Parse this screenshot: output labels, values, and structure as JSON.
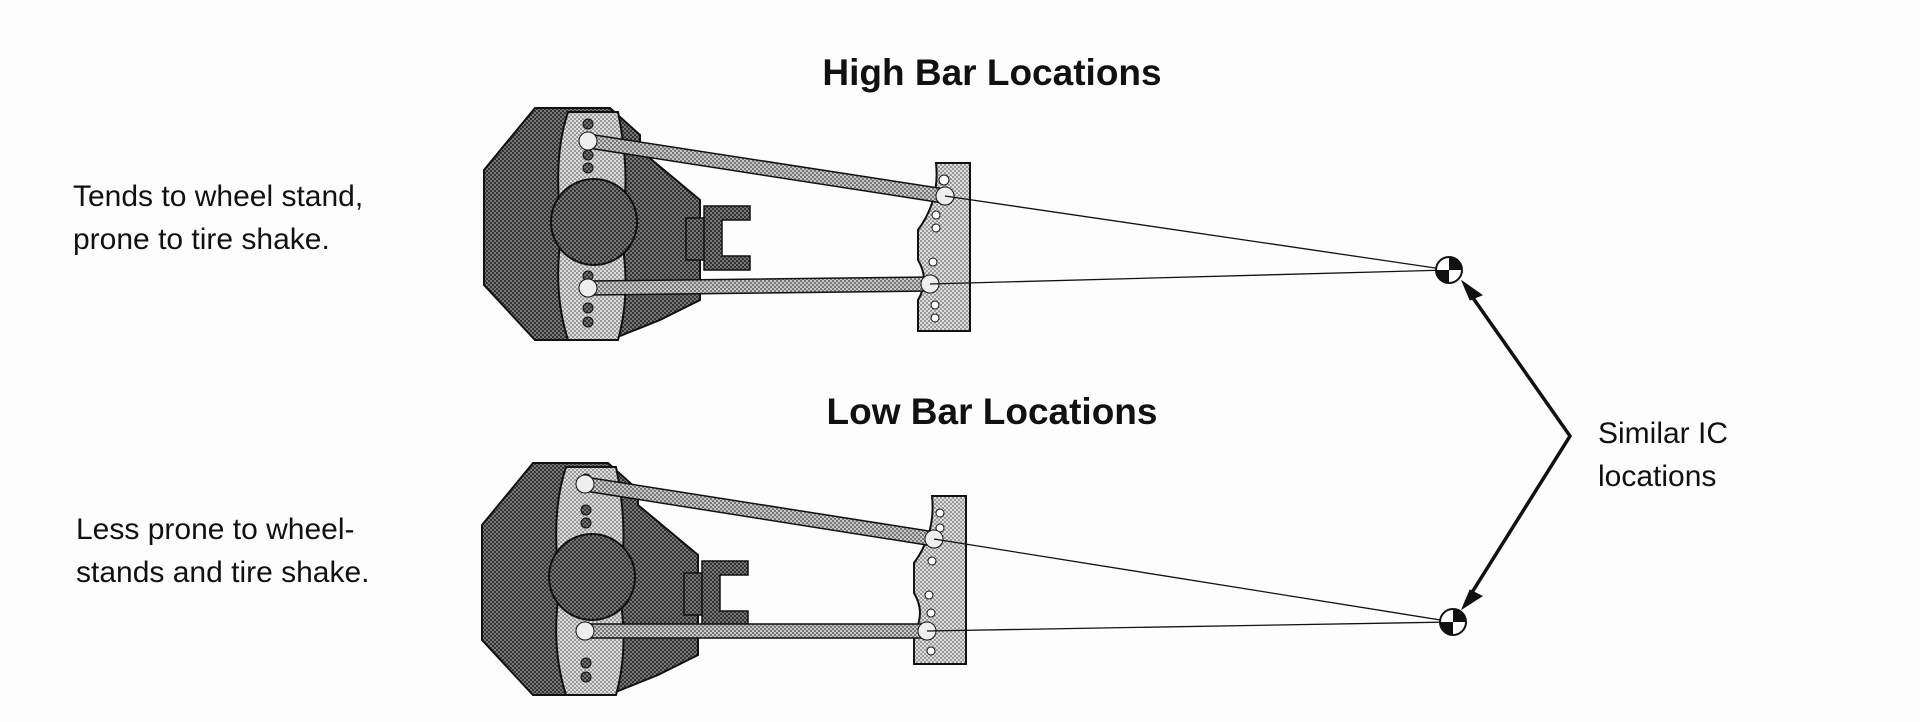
{
  "diagrams": [
    {
      "title": "High Bar Locations",
      "caption_lines": [
        "Tends to wheel stand,",
        "prone to tire shake."
      ]
    },
    {
      "title": "Low Bar Locations",
      "caption_lines": [
        "Less prone to wheel-",
        "stands and tire shake."
      ]
    }
  ],
  "annotation": {
    "lines": [
      "Similar IC",
      "locations"
    ],
    "marker_icon": "instant-center-marker"
  },
  "colors": {
    "ink": "#111111",
    "dark_fill": "#5a5a5a",
    "light_fill": "#bdbdbd",
    "background": "#fdfdfd"
  }
}
